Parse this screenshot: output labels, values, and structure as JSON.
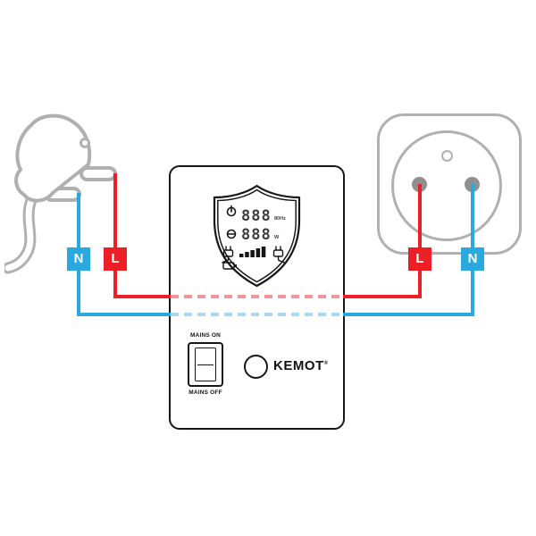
{
  "terminals": {
    "left_n": "N",
    "left_l": "L",
    "right_l": "L",
    "right_n": "N"
  },
  "device": {
    "display": {
      "row1_digits": "888",
      "row1_unit": "80Hz",
      "row2_digits": "888",
      "row2_unit": "W"
    },
    "switch_on_label": "MAINS ON",
    "switch_off_label": "MAINS OFF",
    "brand": "KEMOT",
    "brand_reg": "®"
  },
  "icons": {
    "standby": "power-icon",
    "mode": "minus-circle-icon",
    "battery_gauge": "battery-bars-icon",
    "plug_left": "ac-plug-icon",
    "plug_right": "ac-plug-icon",
    "battery": "battery-icon"
  },
  "colors": {
    "live": "#ec1f26",
    "live_dash": "#f2969b",
    "neutral": "#2aa9e0",
    "neutral_dash": "#a5dcf5",
    "gray": "#b0b0b0",
    "hole": "#909090",
    "ink": "#161616"
  }
}
